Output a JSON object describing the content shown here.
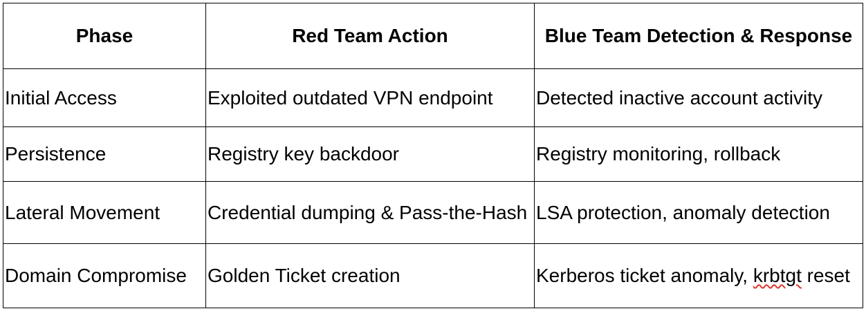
{
  "table": {
    "headers": [
      "Phase",
      "Red Team Action",
      "Blue Team Detection & Response"
    ],
    "rows": [
      {
        "phase": "Initial Access",
        "red": "Exploited outdated VPN endpoint",
        "blue": "Detected inactive account activity"
      },
      {
        "phase": "Persistence",
        "red": "Registry key backdoor",
        "blue": "Registry monitoring, rollback"
      },
      {
        "phase": "Lateral Movement",
        "red": "Credential dumping & Pass-the-Hash",
        "blue": "LSA protection, anomaly detection"
      },
      {
        "phase": "Domain Compromise",
        "red": "Golden Ticket creation",
        "blue_pre": "Kerberos ticket anomaly, ",
        "blue_flagged": "krbtgt",
        "blue_post": " reset"
      }
    ]
  },
  "colors": {
    "border": "#000000",
    "spellcheck_underline": "#e0352b"
  }
}
